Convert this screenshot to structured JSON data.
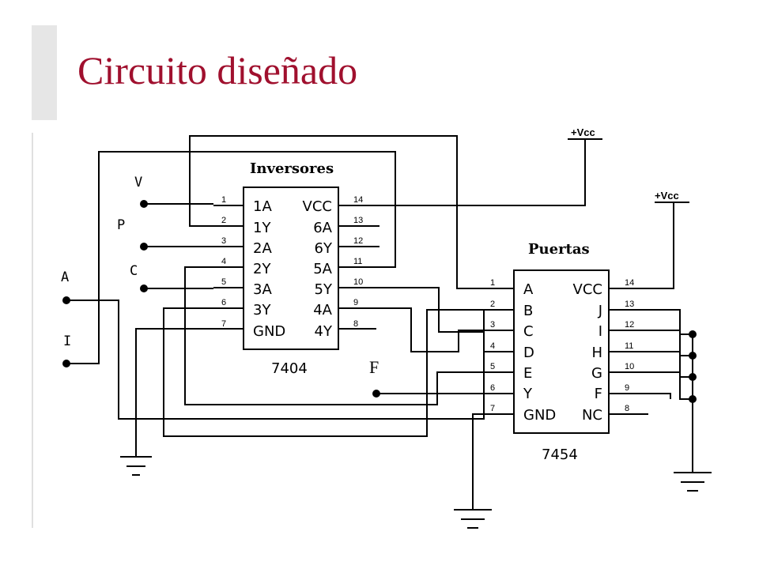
{
  "slide": {
    "title": "Circuito diseñado"
  },
  "diagram": {
    "inputs": [
      "V",
      "P",
      "C",
      "A",
      "I"
    ],
    "output": "F",
    "vcc": "+Vcc",
    "chip1": {
      "title": "Inversores",
      "name": "7404",
      "left_pins": [
        {
          "num": "1",
          "label": "1A"
        },
        {
          "num": "2",
          "label": "1Y"
        },
        {
          "num": "3",
          "label": "2A"
        },
        {
          "num": "4",
          "label": "2Y"
        },
        {
          "num": "5",
          "label": "3A"
        },
        {
          "num": "6",
          "label": "3Y"
        },
        {
          "num": "7",
          "label": "GND"
        }
      ],
      "right_pins": [
        {
          "num": "14",
          "label": "VCC"
        },
        {
          "num": "13",
          "label": "6A"
        },
        {
          "num": "12",
          "label": "6Y"
        },
        {
          "num": "11",
          "label": "5A"
        },
        {
          "num": "10",
          "label": "5Y"
        },
        {
          "num": "9",
          "label": "4A"
        },
        {
          "num": "8",
          "label": "4Y"
        }
      ]
    },
    "chip2": {
      "title": "Puertas",
      "name": "7454",
      "left_pins": [
        {
          "num": "1",
          "label": "A"
        },
        {
          "num": "2",
          "label": "B"
        },
        {
          "num": "3",
          "label": "C"
        },
        {
          "num": "4",
          "label": "D"
        },
        {
          "num": "5",
          "label": "E"
        },
        {
          "num": "6",
          "label": "Y"
        },
        {
          "num": "7",
          "label": "GND"
        }
      ],
      "right_pins": [
        {
          "num": "14",
          "label": "VCC"
        },
        {
          "num": "13",
          "label": "J"
        },
        {
          "num": "12",
          "label": "I"
        },
        {
          "num": "11",
          "label": "H"
        },
        {
          "num": "10",
          "label": "G"
        },
        {
          "num": "9",
          "label": "F"
        },
        {
          "num": "8",
          "label": "NC"
        }
      ]
    }
  }
}
